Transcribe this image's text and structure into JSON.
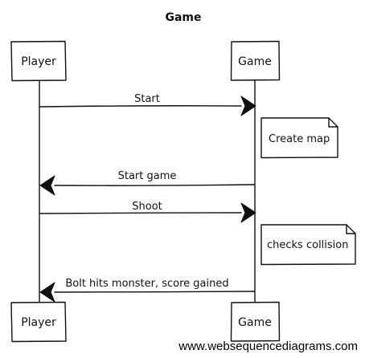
{
  "diagram": {
    "title": "Game",
    "participants": {
      "player": "Player",
      "game": "Game"
    },
    "messages": [
      {
        "from": "Player",
        "to": "Game",
        "label": "Start"
      },
      {
        "from": "Game",
        "to": "Player",
        "label": "Start game"
      },
      {
        "from": "Player",
        "to": "Game",
        "label": "Shoot"
      },
      {
        "from": "Game",
        "to": "Player",
        "label": "Bolt hits monster, score gained"
      }
    ],
    "notes": [
      {
        "on": "Game",
        "text": "Create map"
      },
      {
        "on": "Game",
        "text": "checks collision"
      }
    ],
    "watermark": "www.websequencediagrams.com"
  }
}
